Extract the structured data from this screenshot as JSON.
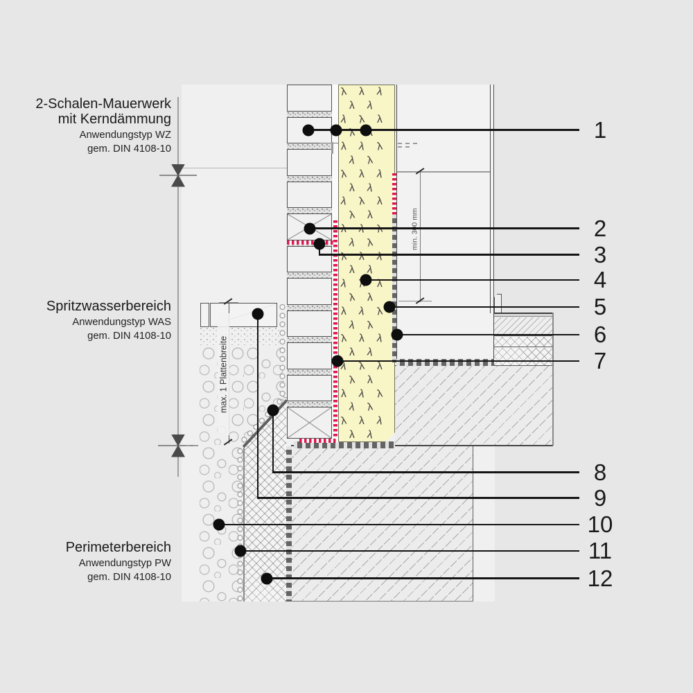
{
  "zone_labels": [
    {
      "id": "wz",
      "line1": "2-Schalen-Mauerwerk",
      "line2": "mit Kerndämmung",
      "sub1": "Anwendungstyp WZ",
      "sub2": "gem. DIN 4108-10"
    },
    {
      "id": "was",
      "line1": "Spritzwasserbereich",
      "line2": "",
      "sub1": "Anwendungstyp WAS",
      "sub2": "gem. DIN 4108-10"
    },
    {
      "id": "pw",
      "line1": "Perimeterbereich",
      "line2": "",
      "sub1": "Anwendungstyp PW",
      "sub2": "gem. DIN 4108-10"
    }
  ],
  "callouts": [
    "1",
    "2",
    "3",
    "4",
    "5",
    "6",
    "7",
    "8",
    "9",
    "10",
    "11",
    "12"
  ],
  "dimensions": {
    "plate_width": "max. 1 Plattenbreite",
    "min_height": "min. 300 mm"
  },
  "materials": {
    "insulation_glyph": "λ",
    "insulation_fill": "#f8f5c6",
    "membrane_red": "#e0164e",
    "background": "#e7e7e7"
  }
}
